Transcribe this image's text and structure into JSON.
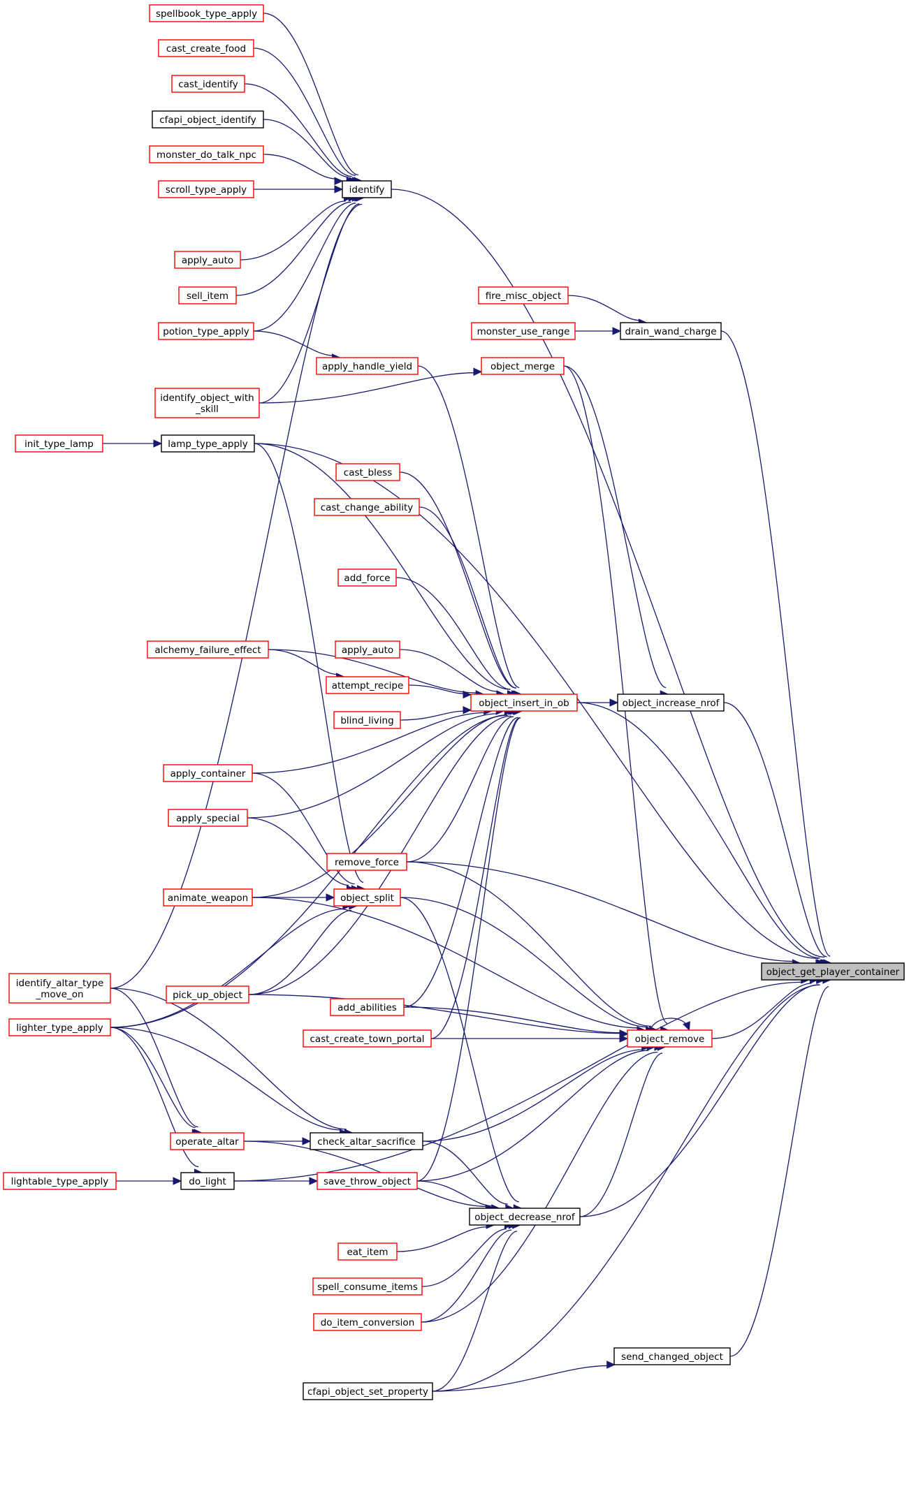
{
  "colors": {
    "edge": "#191970",
    "border_red": "#ff0000",
    "border_black": "#000000",
    "root_fill": "#bfbfbf"
  },
  "root": "object_get_player_container",
  "nodes": {
    "spellbook_type_apply": {
      "label": "spellbook_type_apply",
      "style": "red"
    },
    "cast_create_food": {
      "label": "cast_create_food",
      "style": "red"
    },
    "cast_identify": {
      "label": "cast_identify",
      "style": "red"
    },
    "cfapi_object_identify": {
      "label": "cfapi_object_identify",
      "style": "black"
    },
    "monster_do_talk_npc": {
      "label": "monster_do_talk_npc",
      "style": "red"
    },
    "scroll_type_apply": {
      "label": "scroll_type_apply",
      "style": "red"
    },
    "apply_auto_left": {
      "label": "apply_auto",
      "style": "red"
    },
    "sell_item": {
      "label": "sell_item",
      "style": "red"
    },
    "potion_type_apply": {
      "label": "potion_type_apply",
      "style": "red"
    },
    "identify_object_with_skill": {
      "label": "identify_object_with\n_skill",
      "style": "red"
    },
    "init_type_lamp": {
      "label": "init_type_lamp",
      "style": "red"
    },
    "lamp_type_apply": {
      "label": "lamp_type_apply",
      "style": "black"
    },
    "alchemy_failure_effect": {
      "label": "alchemy_failure_effect",
      "style": "red"
    },
    "apply_container": {
      "label": "apply_container",
      "style": "red"
    },
    "apply_special": {
      "label": "apply_special",
      "style": "red"
    },
    "animate_weapon": {
      "label": "animate_weapon",
      "style": "red"
    },
    "identify_altar_type_move_on": {
      "label": "identify_altar_type\n_move_on",
      "style": "red"
    },
    "lighter_type_apply": {
      "label": "lighter_type_apply",
      "style": "red"
    },
    "pick_up_object": {
      "label": "pick_up_object",
      "style": "red"
    },
    "operate_altar": {
      "label": "operate_altar",
      "style": "red"
    },
    "lightable_type_apply": {
      "label": "lightable_type_apply",
      "style": "red"
    },
    "do_light": {
      "label": "do_light",
      "style": "black"
    },
    "identify": {
      "label": "identify",
      "style": "black"
    },
    "fire_misc_object": {
      "label": "fire_misc_object",
      "style": "red"
    },
    "monster_use_range": {
      "label": "monster_use_range",
      "style": "red"
    },
    "drain_wand_charge": {
      "label": "drain_wand_charge",
      "style": "black"
    },
    "object_merge": {
      "label": "object_merge",
      "style": "red"
    },
    "apply_handle_yield": {
      "label": "apply_handle_yield",
      "style": "red"
    },
    "cast_bless": {
      "label": "cast_bless",
      "style": "red"
    },
    "cast_change_ability": {
      "label": "cast_change_ability",
      "style": "red"
    },
    "add_force": {
      "label": "add_force",
      "style": "red"
    },
    "apply_auto_mid": {
      "label": "apply_auto",
      "style": "red"
    },
    "attempt_recipe": {
      "label": "attempt_recipe",
      "style": "red"
    },
    "blind_living": {
      "label": "blind_living",
      "style": "red"
    },
    "object_insert_in_ob": {
      "label": "object_insert_in_ob",
      "style": "red"
    },
    "object_increase_nrof": {
      "label": "object_increase_nrof",
      "style": "black"
    },
    "remove_force": {
      "label": "remove_force",
      "style": "red"
    },
    "object_split": {
      "label": "object_split",
      "style": "red"
    },
    "add_abilities": {
      "label": "add_abilities",
      "style": "red"
    },
    "cast_create_town_portal": {
      "label": "cast_create_town_portal",
      "style": "red"
    },
    "object_remove": {
      "label": "object_remove",
      "style": "red"
    },
    "check_altar_sacrifice": {
      "label": "check_altar_sacrifice",
      "style": "black"
    },
    "save_throw_object": {
      "label": "save_throw_object",
      "style": "red"
    },
    "object_decrease_nrof": {
      "label": "object_decrease_nrof",
      "style": "black"
    },
    "eat_item": {
      "label": "eat_item",
      "style": "red"
    },
    "spell_consume_items": {
      "label": "spell_consume_items",
      "style": "red"
    },
    "do_item_conversion": {
      "label": "do_item_conversion",
      "style": "red"
    },
    "send_changed_object": {
      "label": "send_changed_object",
      "style": "black"
    },
    "cfapi_object_set_property": {
      "label": "cfapi_object_set_property",
      "style": "black"
    },
    "object_get_player_container": {
      "label": "object_get_player_container",
      "style": "root"
    }
  },
  "edges": [
    [
      "spellbook_type_apply",
      "identify"
    ],
    [
      "cast_create_food",
      "identify"
    ],
    [
      "cast_identify",
      "identify"
    ],
    [
      "cfapi_object_identify",
      "identify"
    ],
    [
      "monster_do_talk_npc",
      "identify"
    ],
    [
      "scroll_type_apply",
      "identify"
    ],
    [
      "apply_auto_left",
      "identify"
    ],
    [
      "sell_item",
      "identify"
    ],
    [
      "potion_type_apply",
      "identify"
    ],
    [
      "identify_object_with_skill",
      "identify"
    ],
    [
      "identify_altar_type_move_on",
      "identify"
    ],
    [
      "identify",
      "object_get_player_container"
    ],
    [
      "fire_misc_object",
      "drain_wand_charge"
    ],
    [
      "monster_use_range",
      "drain_wand_charge"
    ],
    [
      "drain_wand_charge",
      "object_get_player_container"
    ],
    [
      "identify_object_with_skill",
      "object_merge"
    ],
    [
      "object_merge",
      "object_increase_nrof"
    ],
    [
      "object_merge",
      "object_remove"
    ],
    [
      "potion_type_apply",
      "apply_handle_yield"
    ],
    [
      "apply_handle_yield",
      "object_insert_in_ob"
    ],
    [
      "init_type_lamp",
      "lamp_type_apply"
    ],
    [
      "lamp_type_apply",
      "object_get_player_container"
    ],
    [
      "lamp_type_apply",
      "object_insert_in_ob"
    ],
    [
      "lamp_type_apply",
      "object_split"
    ],
    [
      "cast_bless",
      "object_insert_in_ob"
    ],
    [
      "cast_change_ability",
      "object_insert_in_ob"
    ],
    [
      "add_force",
      "object_insert_in_ob"
    ],
    [
      "apply_auto_mid",
      "object_insert_in_ob"
    ],
    [
      "alchemy_failure_effect",
      "attempt_recipe"
    ],
    [
      "alchemy_failure_effect",
      "object_insert_in_ob"
    ],
    [
      "attempt_recipe",
      "object_insert_in_ob"
    ],
    [
      "blind_living",
      "object_insert_in_ob"
    ],
    [
      "apply_container",
      "object_insert_in_ob"
    ],
    [
      "apply_container",
      "object_split"
    ],
    [
      "apply_special",
      "object_insert_in_ob"
    ],
    [
      "apply_special",
      "object_split"
    ],
    [
      "animate_weapon",
      "object_insert_in_ob"
    ],
    [
      "animate_weapon",
      "object_split"
    ],
    [
      "animate_weapon",
      "object_remove"
    ],
    [
      "remove_force",
      "object_insert_in_ob"
    ],
    [
      "remove_force",
      "object_remove"
    ],
    [
      "remove_force",
      "object_get_player_container"
    ],
    [
      "add_abilities",
      "object_insert_in_ob"
    ],
    [
      "add_abilities",
      "object_remove"
    ],
    [
      "cast_create_town_portal",
      "object_insert_in_ob"
    ],
    [
      "cast_create_town_portal",
      "object_remove"
    ],
    [
      "pick_up_object",
      "object_insert_in_ob"
    ],
    [
      "pick_up_object",
      "object_split"
    ],
    [
      "pick_up_object",
      "object_remove"
    ],
    [
      "lighter_type_apply",
      "object_insert_in_ob"
    ],
    [
      "lighter_type_apply",
      "object_split"
    ],
    [
      "lighter_type_apply",
      "check_altar_sacrifice"
    ],
    [
      "lighter_type_apply",
      "operate_altar"
    ],
    [
      "identify_altar_type_move_on",
      "check_altar_sacrifice"
    ],
    [
      "identify_altar_type_move_on",
      "operate_altar"
    ],
    [
      "operate_altar",
      "check_altar_sacrifice"
    ],
    [
      "lightable_type_apply",
      "do_light"
    ],
    [
      "lighter_type_apply",
      "do_light"
    ],
    [
      "do_light",
      "save_throw_object"
    ],
    [
      "do_light",
      "object_get_player_container"
    ],
    [
      "save_throw_object",
      "object_insert_in_ob"
    ],
    [
      "save_throw_object",
      "object_remove"
    ],
    [
      "save_throw_object",
      "object_decrease_nrof"
    ],
    [
      "check_altar_sacrifice",
      "object_remove"
    ],
    [
      "check_altar_sacrifice",
      "object_decrease_nrof"
    ],
    [
      "operate_altar",
      "object_decrease_nrof"
    ],
    [
      "object_split",
      "object_decrease_nrof"
    ],
    [
      "object_split",
      "object_remove"
    ],
    [
      "eat_item",
      "object_decrease_nrof"
    ],
    [
      "spell_consume_items",
      "object_decrease_nrof"
    ],
    [
      "do_item_conversion",
      "object_decrease_nrof"
    ],
    [
      "do_item_conversion",
      "object_remove"
    ],
    [
      "cfapi_object_set_property",
      "object_decrease_nrof"
    ],
    [
      "cfapi_object_set_property",
      "send_changed_object"
    ],
    [
      "cfapi_object_set_property",
      "object_get_player_container"
    ],
    [
      "send_changed_object",
      "object_get_player_container"
    ],
    [
      "object_decrease_nrof",
      "object_remove"
    ],
    [
      "object_decrease_nrof",
      "object_get_player_container"
    ],
    [
      "object_insert_in_ob",
      "object_increase_nrof"
    ],
    [
      "object_insert_in_ob",
      "object_get_player_container"
    ],
    [
      "object_increase_nrof",
      "object_get_player_container"
    ],
    [
      "object_remove",
      "object_remove"
    ],
    [
      "object_remove",
      "object_get_player_container"
    ]
  ]
}
